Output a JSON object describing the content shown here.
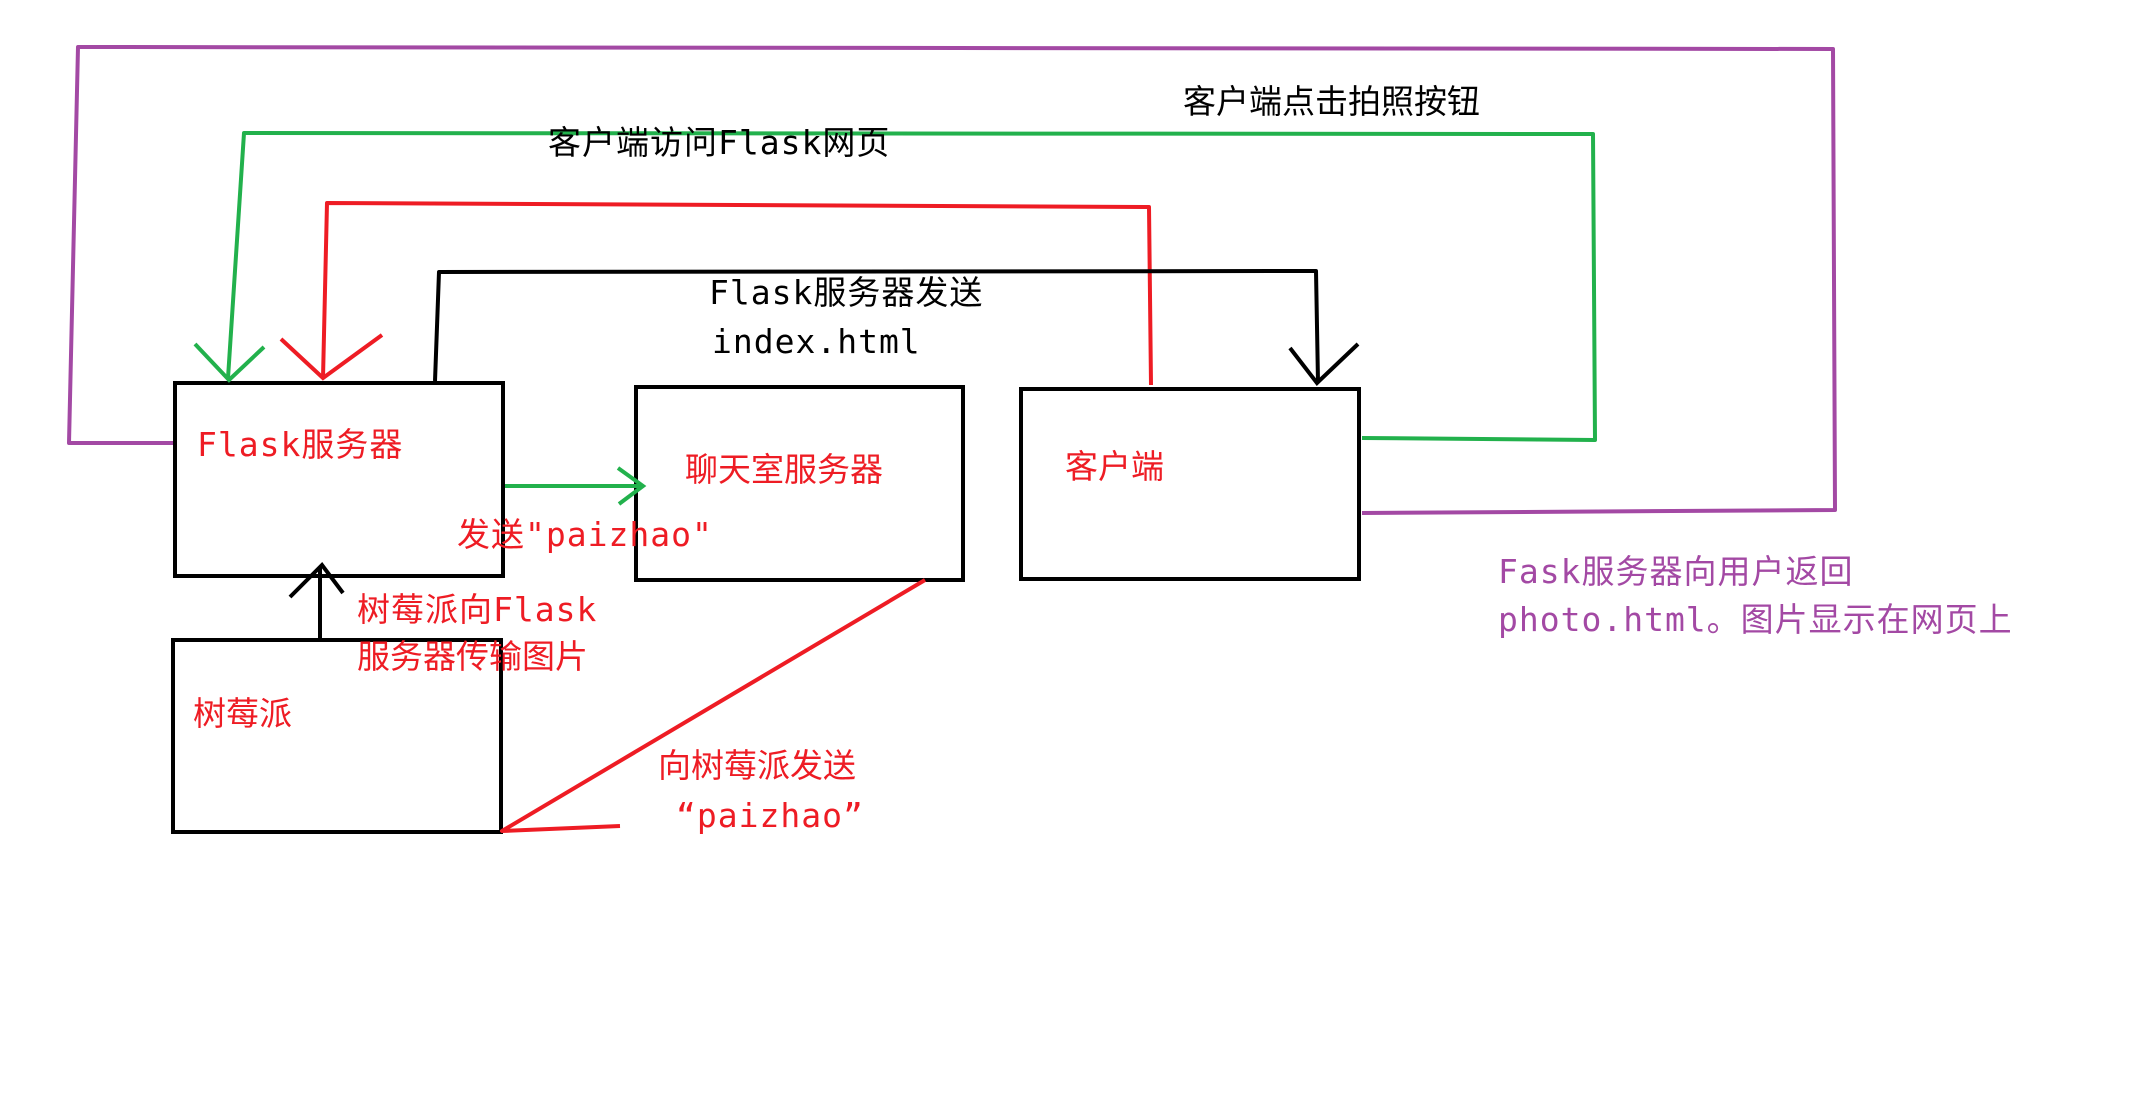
{
  "colors": {
    "black": "#000000",
    "red": "#ee1c24",
    "green": "#22b14c",
    "purple": "#a349a4"
  },
  "nodes": {
    "flask": "Flask服务器",
    "chat": "聊天室服务器",
    "client": "客户端",
    "pi": "树莓派"
  },
  "labels": {
    "client_click": "客户端点击拍照按钮",
    "client_visit": "客户端访问Flask网页",
    "flask_send_1": "Flask服务器发送",
    "flask_send_2": "index.html",
    "send_paizhao": "发送\"paizhao\"",
    "pi_upload_1": "树莓派向Flask",
    "pi_upload_2": "服务器传输图片",
    "to_pi_1": "向树莓派发送",
    "to_pi_2": "“paizhao”",
    "return_1": "Fask服务器向用户返回",
    "return_2": "photo.html。图片显示在网页上"
  }
}
